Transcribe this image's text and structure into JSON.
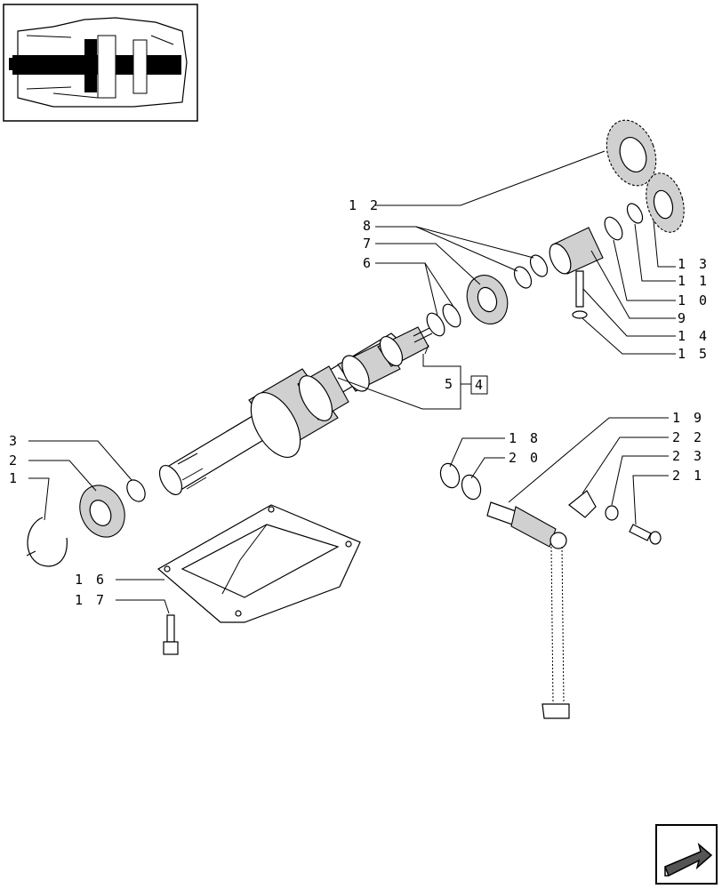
{
  "callouts": {
    "c1": "1",
    "c2": "2",
    "c3": "3",
    "c4": "4",
    "c5": "5",
    "c6": "6",
    "c7": "7",
    "c8": "8",
    "c9": "9",
    "c10": "1 0",
    "c11": "1 1",
    "c12": "1 2",
    "c13": "1 3",
    "c14": "1 4",
    "c15": "1 5",
    "c16": "1 6",
    "c17": "1 7",
    "c18": "1 8",
    "c19": "1 9",
    "c20": "2 0",
    "c21": "2 1",
    "c22": "2 2",
    "c23": "2 3"
  },
  "icons": {
    "thumbnail": "transmission-locator-thumbnail",
    "nav": "next-page-arrow-icon"
  }
}
